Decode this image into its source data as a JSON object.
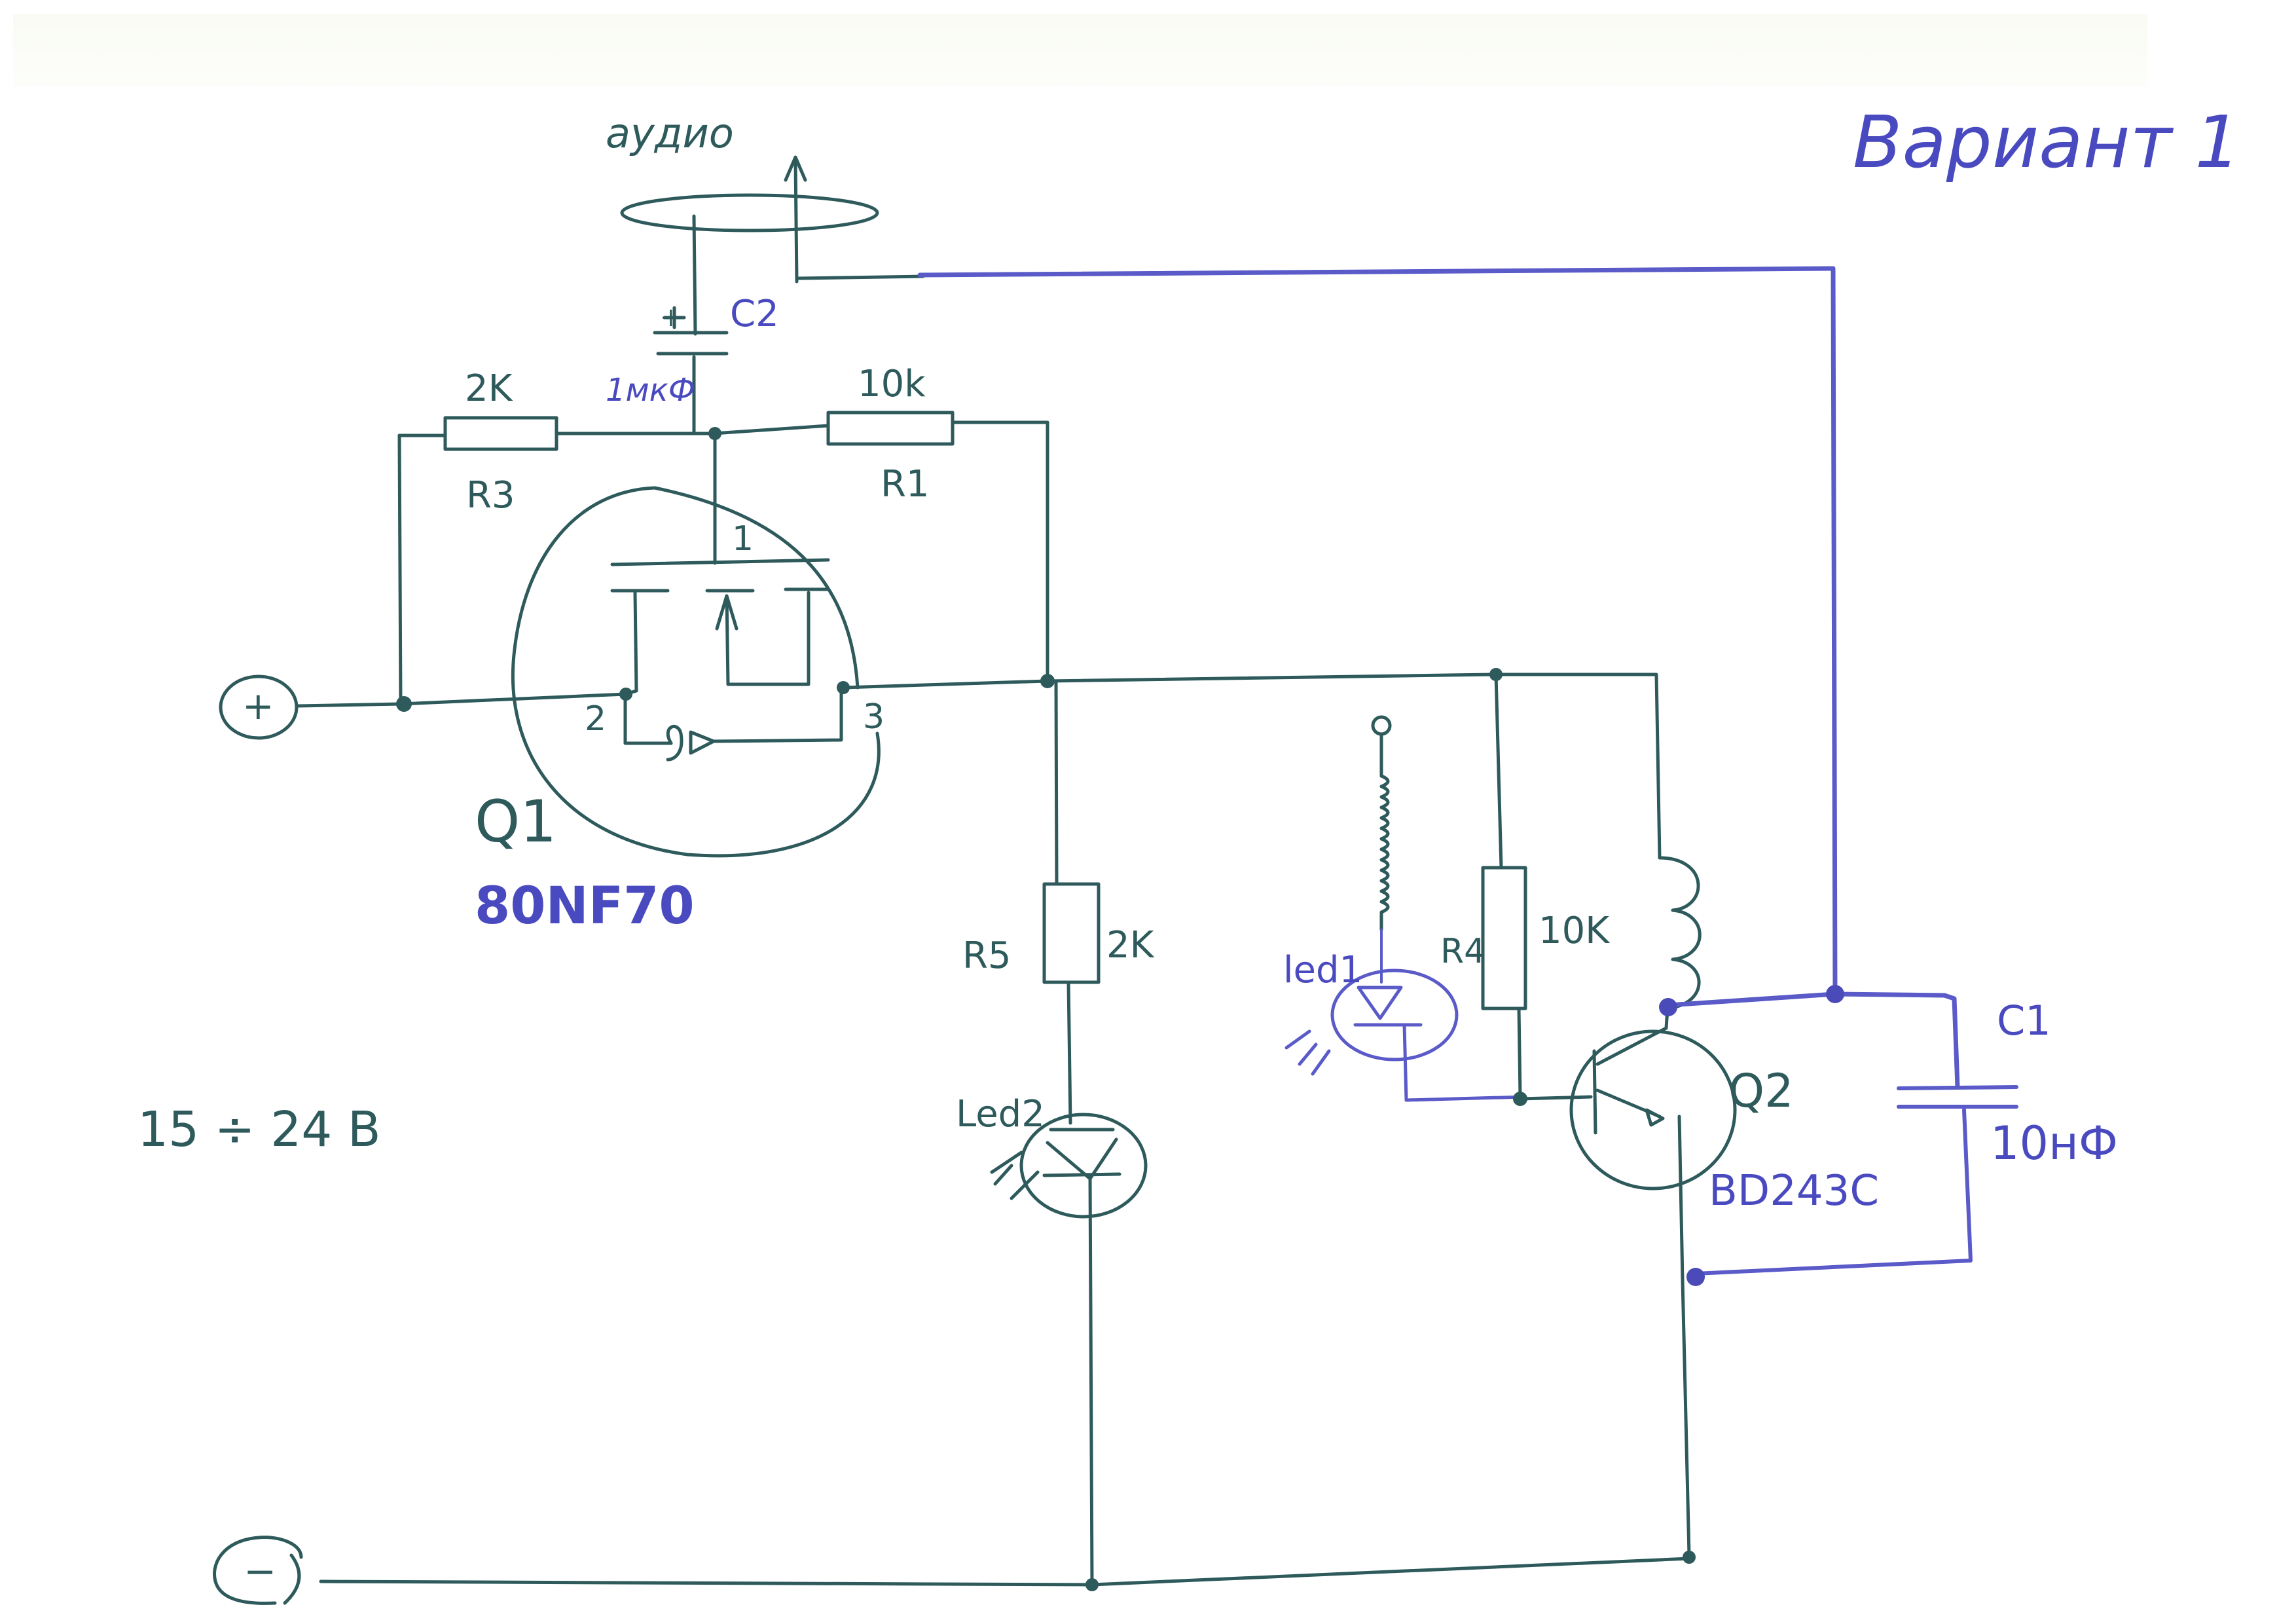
{
  "title": "Вариант 1",
  "colors": {
    "pencil": "#2e5a5c",
    "pen": "#5a5ac8",
    "paper": "#ffffff"
  },
  "terminals": {
    "plus": "+",
    "minus": "−"
  },
  "supply_voltage": "15 ÷ 24 В",
  "output": {
    "label": "аудио"
  },
  "components": {
    "C2": {
      "name": "C2",
      "value": "1мкФ",
      "polarity": "+"
    },
    "R3": {
      "name": "R3",
      "value": "2K"
    },
    "R1": {
      "name": "R1",
      "value": "10k"
    },
    "Q1": {
      "name": "Q1",
      "part": "80NF70",
      "pins": {
        "gate": "1",
        "drain": "2",
        "source": "3"
      }
    },
    "R5": {
      "name": "R5",
      "value": "2K"
    },
    "Led2": {
      "name": "Led2"
    },
    "Led1": {
      "name": "led1"
    },
    "R4": {
      "name": "R4",
      "value": "10K"
    },
    "Q2": {
      "name": "Q2",
      "part": "BD243C"
    },
    "C1": {
      "name": "C1",
      "value": "10нФ"
    }
  }
}
